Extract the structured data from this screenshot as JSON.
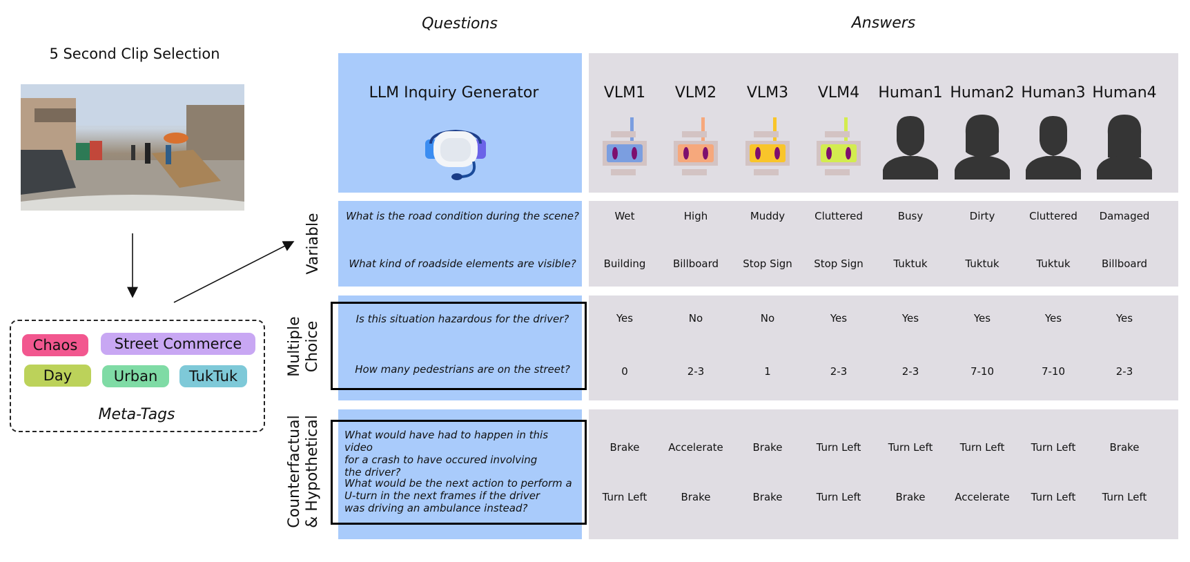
{
  "clip_title": "5 Second Clip Selection",
  "meta_tags_label": "Meta-Tags",
  "tags": {
    "chaos": "Chaos",
    "street_commerce": "Street Commerce",
    "day": "Day",
    "urban": "Urban",
    "tuktuk": "TukTuk"
  },
  "tag_colors": {
    "chaos": "#f2578f",
    "street_commerce": "#c8a7f3",
    "day": "#bcd25a",
    "urban": "#7fdba5",
    "tuktuk": "#7ec9d8"
  },
  "headers": {
    "questions": "Questions",
    "answers": "Answers"
  },
  "generator_label": "LLM Inquiry Generator",
  "columns": [
    "VLM1",
    "VLM2",
    "VLM3",
    "VLM4",
    "Human1",
    "Human2",
    "Human3",
    "Human4"
  ],
  "vlm_colors": [
    "#7b9ee0",
    "#f6a87c",
    "#f9c52a",
    "#d3ec4f"
  ],
  "row_labels": {
    "variable": "Variable",
    "multiple_choice_1": "Multiple",
    "multiple_choice_2": "Choice",
    "counterfactual_1": "Counterfactual",
    "counterfactual_2": "& Hypothetical"
  },
  "questions": {
    "q1": "What is the road condition during the scene?",
    "q2": "What kind of roadside elements are visible?",
    "q3": "Is this situation hazardous for the driver?",
    "q4": "How many pedestrians are on the street?",
    "q5": [
      "What would have had to happen in this video",
      "for a crash to have occured involving",
      "the driver?"
    ],
    "q6": [
      "What would be the next action to perform a",
      "U-turn in the next frames if the driver",
      "was driving an ambulance instead?"
    ]
  },
  "answers": {
    "q1": [
      "Wet",
      "High",
      "Muddy",
      "Cluttered",
      "Busy",
      "Dirty",
      "Cluttered",
      "Damaged"
    ],
    "q2": [
      "Building",
      "Billboard",
      "Stop Sign",
      "Stop Sign",
      "Tuktuk",
      "Tuktuk",
      "Tuktuk",
      "Billboard"
    ],
    "q3": [
      "Yes",
      "No",
      "No",
      "Yes",
      "Yes",
      "Yes",
      "Yes",
      "Yes"
    ],
    "q4": [
      "0",
      "2-3",
      "1",
      "2-3",
      "2-3",
      "7-10",
      "7-10",
      "2-3"
    ],
    "q5": [
      "Brake",
      "Accelerate",
      "Brake",
      "Turn Left",
      "Turn Left",
      "Turn Left",
      "Turn Left",
      "Brake"
    ],
    "q6": [
      "Turn Left",
      "Brake",
      "Brake",
      "Turn Left",
      "Brake",
      "Accelerate",
      "Turn Left",
      "Turn Left"
    ]
  }
}
